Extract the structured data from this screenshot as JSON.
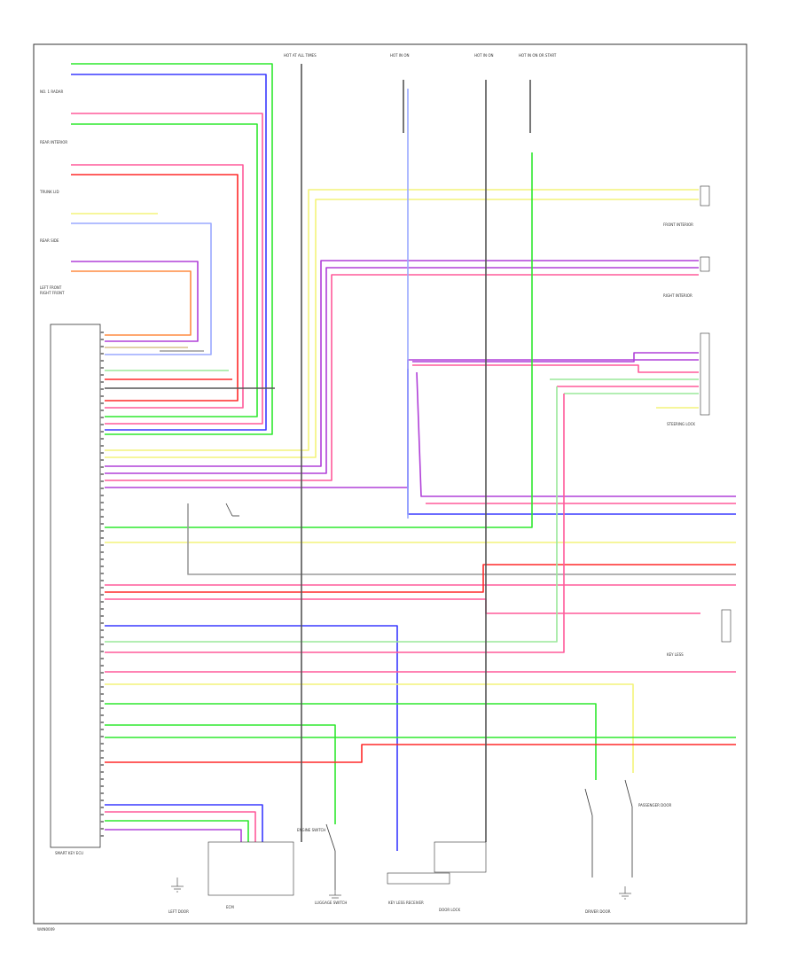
{
  "diagram": {
    "caption": "W4N0009",
    "colors": {
      "green": "#2ee82e",
      "blue": "#3a3aff",
      "pink": "#ff5a9a",
      "red": "#ff2a2a",
      "yellow": "#f4f47a",
      "black": "#555555",
      "gray": "#9a9a9a",
      "violet": "#b040d8",
      "orange": "#ff8c40",
      "lightgreen": "#9ae89a",
      "lightblue": "#9aa8ff",
      "tan": "#d8c08a",
      "frame": "#333333"
    },
    "fuses": [
      {
        "label": "HOT AT ALL TIMES"
      },
      {
        "label": "HOT IN ON"
      },
      {
        "label": "HOT IN ON"
      },
      {
        "label": "HOT IN ON OR START"
      }
    ],
    "left_connectors": [
      {
        "label": "NO. 1 RADAR"
      },
      {
        "label": "REAR INTERIOR"
      },
      {
        "label": "TRUNK LID"
      },
      {
        "label": "REAR SIDE"
      },
      {
        "label": "LEFT FRONT"
      },
      {
        "label": "RIGHT FRONT"
      }
    ],
    "right_connectors": [
      {
        "label": "FRONT INTERIOR"
      },
      {
        "label": "RIGHT INTERIOR"
      },
      {
        "label": "STEERING LOCK"
      },
      {
        "label": "KEY LESS"
      }
    ],
    "bottom_components": [
      {
        "label": "ECM"
      },
      {
        "label": "ENGINE SWITCH"
      },
      {
        "label": "LUGGAGE SWITCH"
      },
      {
        "label": "KEY LESS RECEIVER"
      },
      {
        "label": "DOOR LOCK"
      },
      {
        "label": "PASSENGER DOOR"
      },
      {
        "label": "LEFT DOOR"
      },
      {
        "label": "DRIVER DOOR"
      }
    ],
    "ecm_label": "SMART KEY ECU"
  }
}
